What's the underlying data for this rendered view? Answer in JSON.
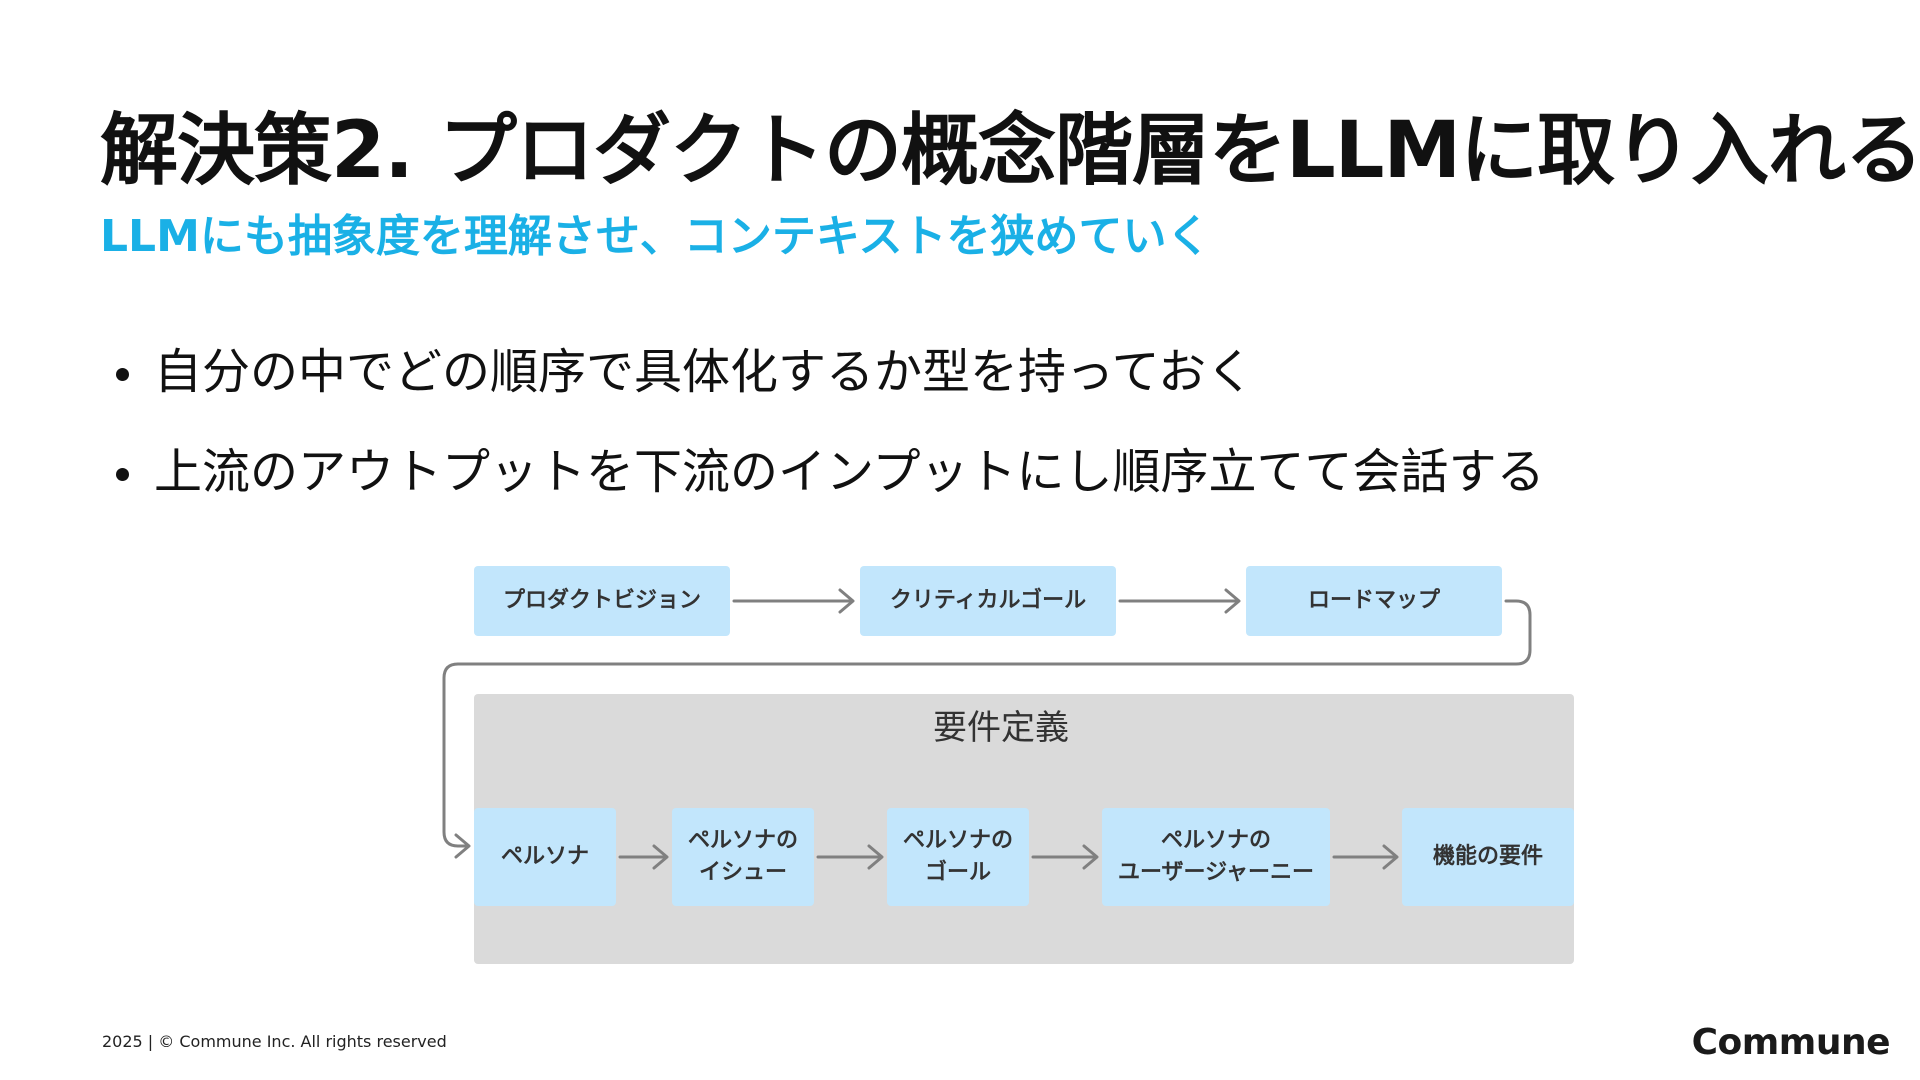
{
  "slide": {
    "title": "解決策2. プロダクトの概念階層をLLMに取り入れる",
    "subtitle": "LLMにも抽象度を理解させ、コンテキストを狭めていく",
    "bullets": [
      "自分の中でどの順序で具体化するか型を持っておく",
      "上流のアウトプットを下流のインプットにし順序立てて会話する"
    ]
  },
  "diagram": {
    "group_label": "要件定義",
    "top_row": [
      "プロダクトビジョン",
      "クリティカルゴール",
      "ロードマップ"
    ],
    "bottom_row": [
      "ペルソナ",
      "ペルソナの\nイシュー",
      "ペルソナの\nゴール",
      "ペルソナの\nユーザージャーニー",
      "機能の要件"
    ],
    "colors": {
      "node_fill": "#c2e6fc",
      "group_fill": "#dadada",
      "arrow": "#808080",
      "accent": "#1ab0e6"
    }
  },
  "footer": {
    "copyright": "2025  |  © Commune Inc. All rights reserved",
    "logo": "Commune"
  }
}
